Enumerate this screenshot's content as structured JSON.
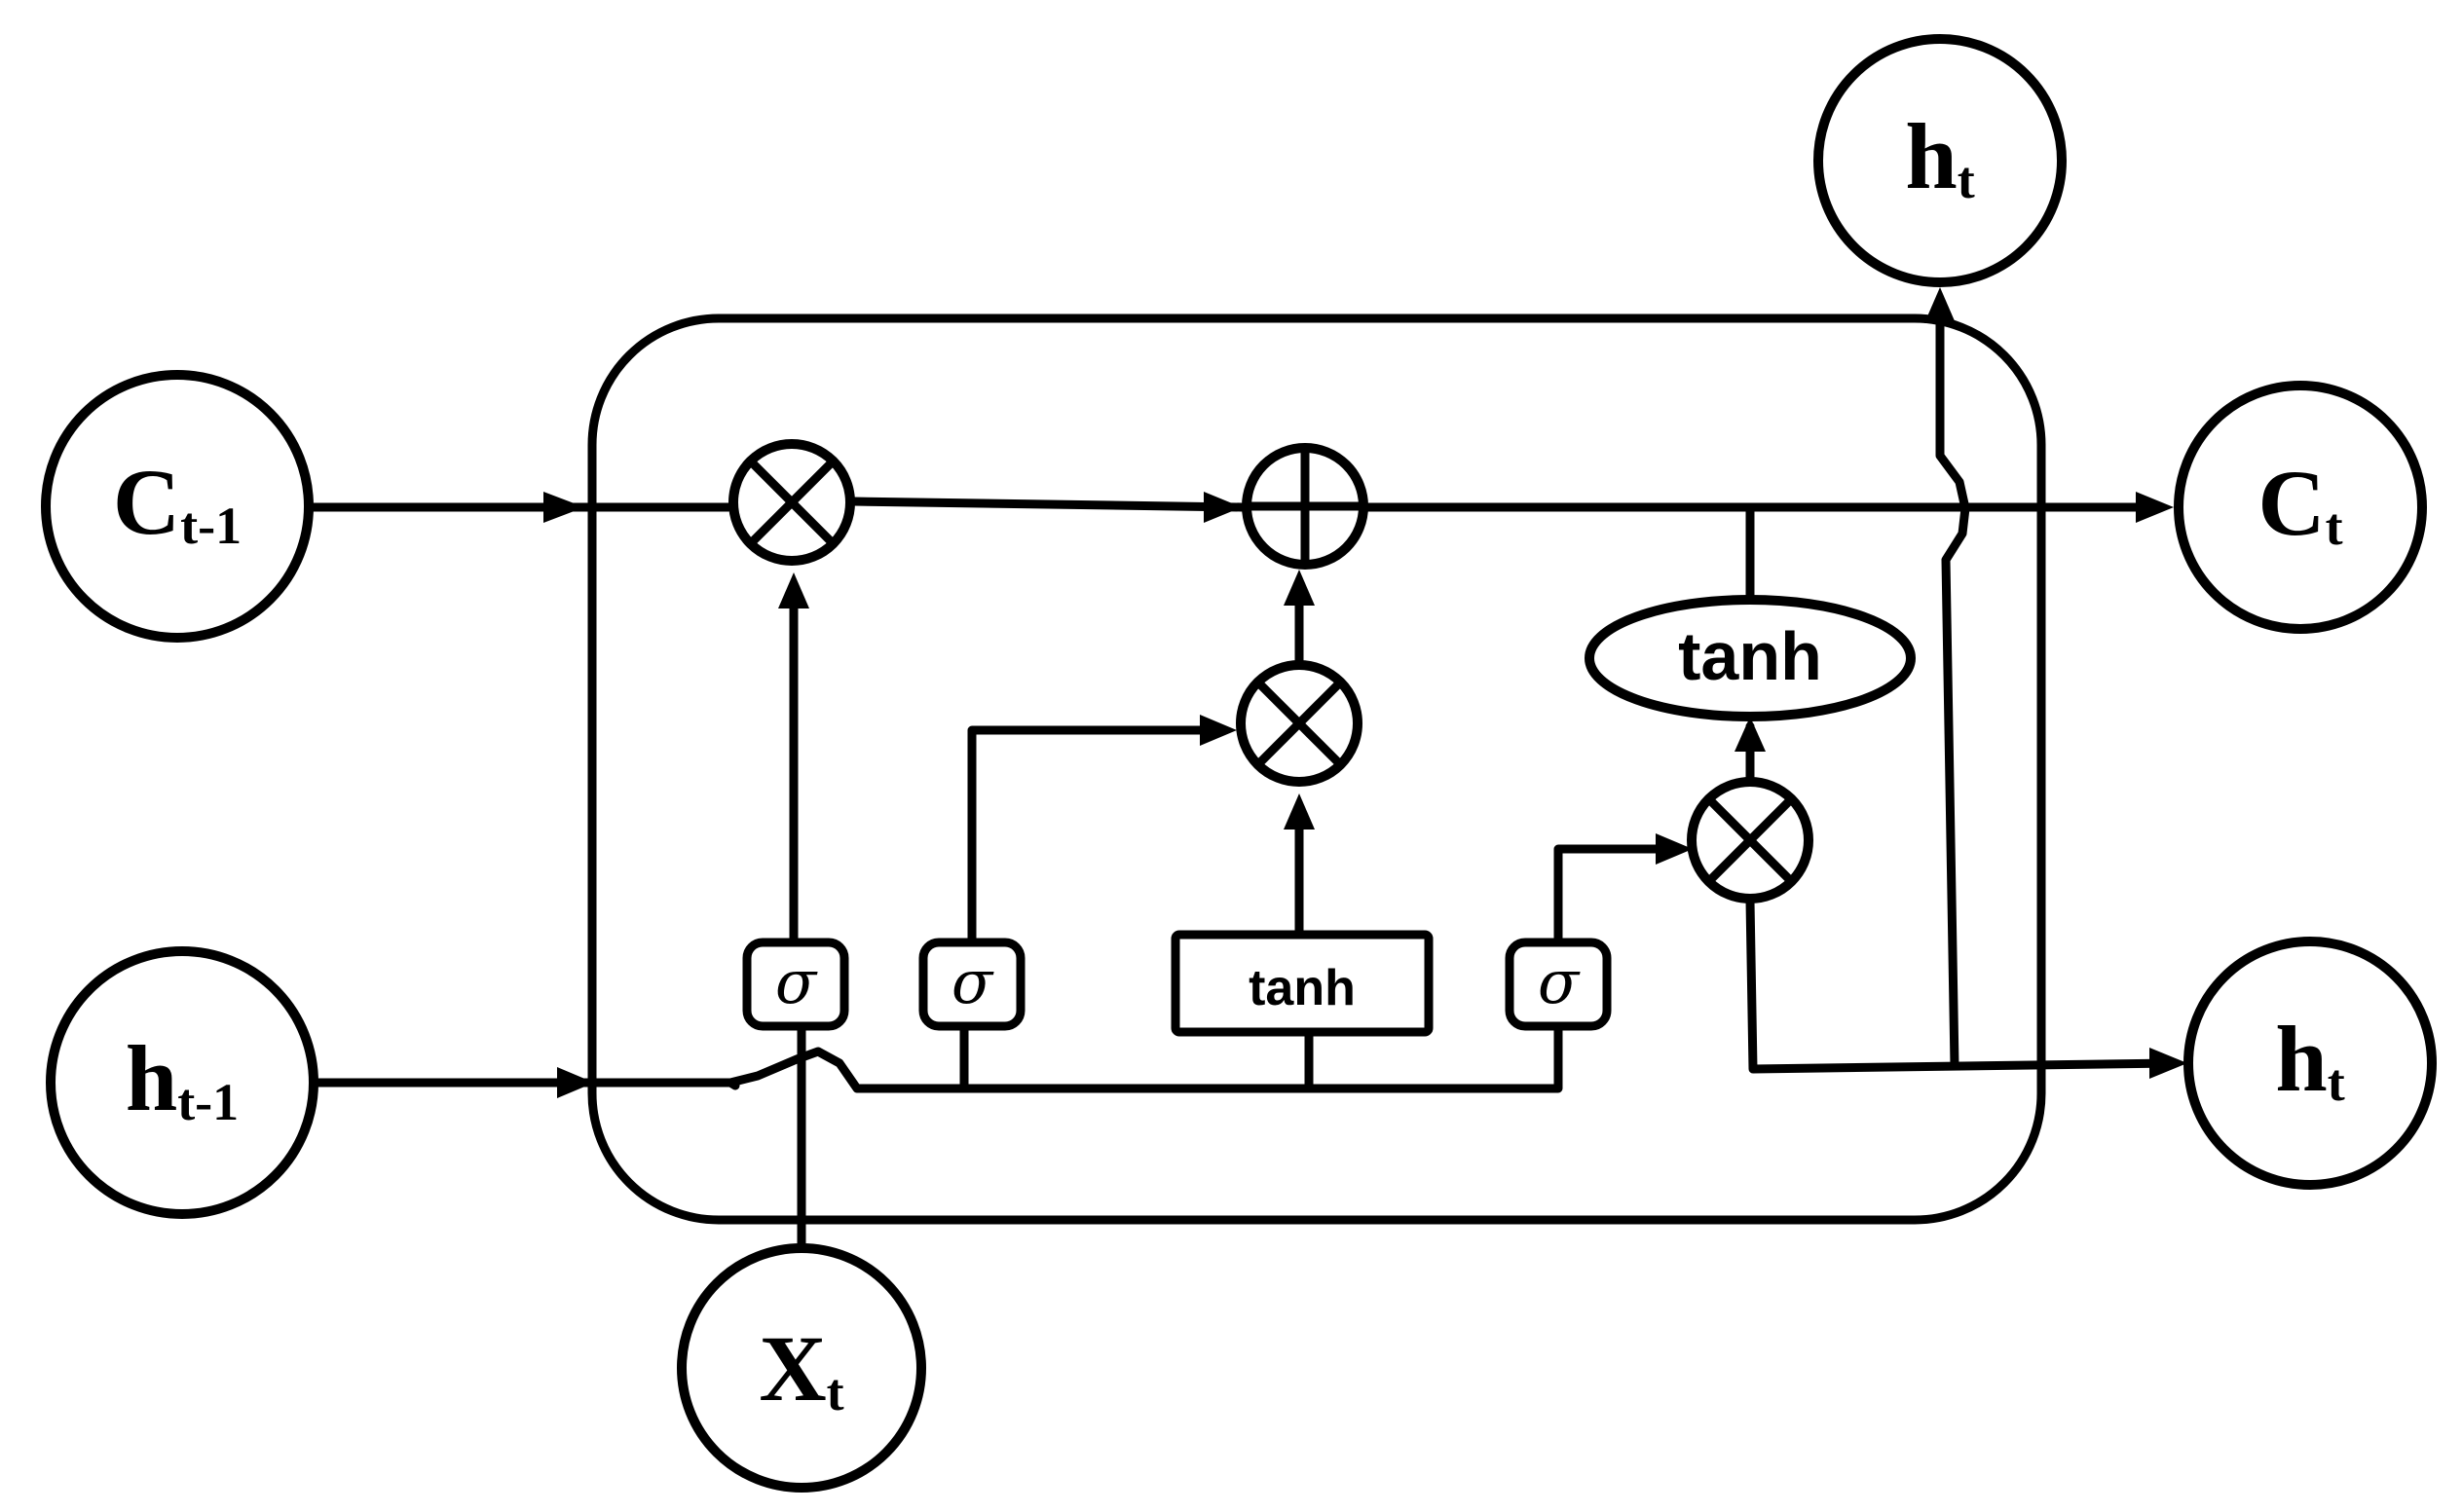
{
  "nodes": {
    "c_prev": {
      "main": "C",
      "sub": "t-1"
    },
    "h_prev": {
      "main": "h",
      "sub": "t-1"
    },
    "x_t": {
      "main": "X",
      "sub": "t"
    },
    "c_t": {
      "main": "C",
      "sub": "t"
    },
    "h_t_right": {
      "main": "h",
      "sub": "t"
    },
    "h_t_top": {
      "main": "h",
      "sub": "t"
    }
  },
  "gates": {
    "forget_sigma": "σ",
    "input_sigma": "σ",
    "candidate_tanh": "tanh",
    "output_sigma": "σ",
    "cell_tanh": "tanh"
  },
  "colors": {
    "stroke": "#000000",
    "background": "#ffffff"
  }
}
